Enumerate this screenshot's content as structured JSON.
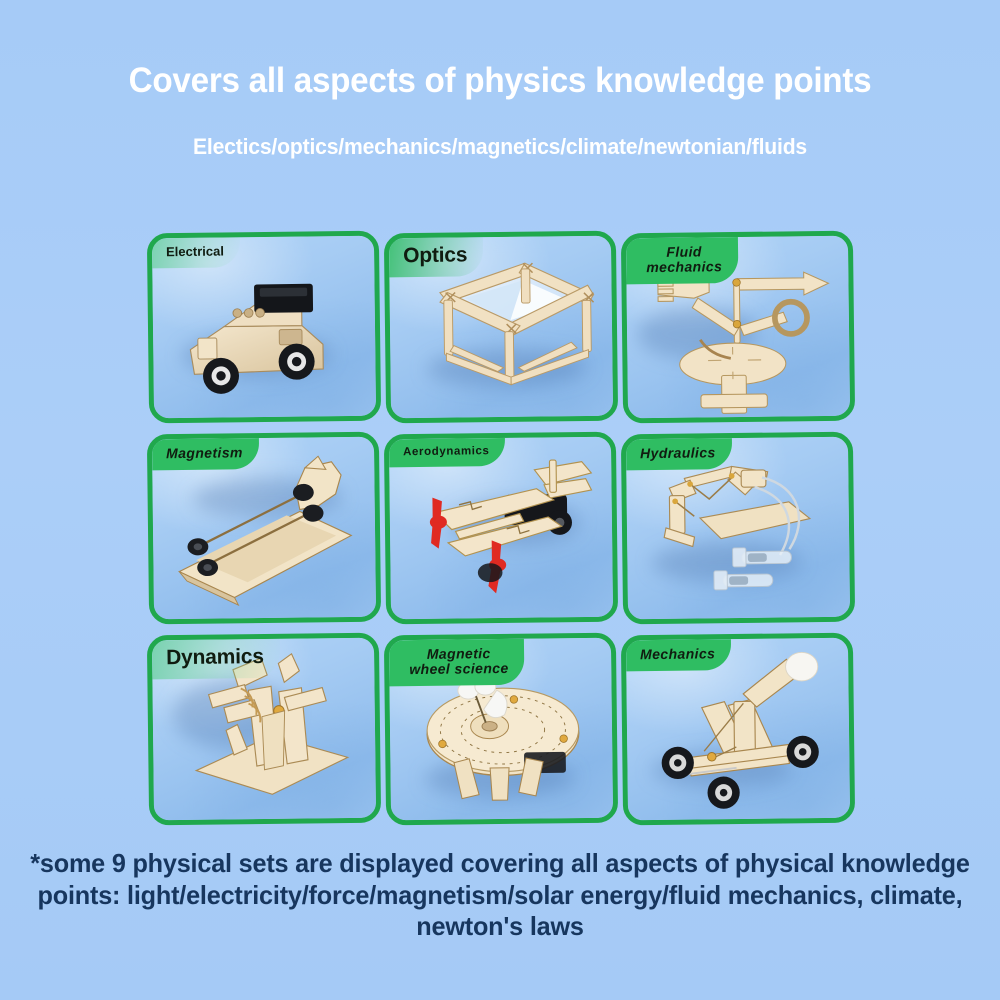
{
  "headline": "Covers all aspects of physics knowledge points",
  "subheadline": "Electics/optics/mechanics/magnetics/climate/newtonian/fluids",
  "footer_note": "*some 9 physical sets are displayed covering all aspects of physical knowledge points: light/electricity/force/magnetism/solar energy/fluid mechanics, climate, newton's laws",
  "colors": {
    "background": "#a9cdf8",
    "card_border": "#20a84d",
    "badge_green": "#2fbd62",
    "headline_text": "#ffffff",
    "footer_text": "#17365e",
    "badge_text": "#101c10"
  },
  "cards": [
    {
      "label": "Electrical",
      "badge_style": "pale",
      "text_style": "style-plain",
      "model": "car"
    },
    {
      "label": "Optics",
      "badge_style": "fade",
      "text_style": "style-big",
      "model": "prism"
    },
    {
      "label": "Fluid\nmechanics",
      "badge_style": "solid",
      "text_style": "style-script",
      "model": "weathervane"
    },
    {
      "label": "Magnetism",
      "badge_style": "solid",
      "text_style": "style-script",
      "model": "maglev"
    },
    {
      "label": "Aerodynamics",
      "badge_style": "solid",
      "text_style": "style-small",
      "model": "plane"
    },
    {
      "label": "Hydraulics",
      "badge_style": "solid",
      "text_style": "style-script",
      "model": "excavator"
    },
    {
      "label": "Dynamics",
      "badge_style": "pale",
      "text_style": "style-big",
      "model": "windmill"
    },
    {
      "label": "Magnetic\nwheel science",
      "badge_style": "solid",
      "text_style": "style-script",
      "model": "magwheel"
    },
    {
      "label": "Mechanics",
      "badge_style": "solid",
      "text_style": "style-script",
      "model": "catapult"
    }
  ]
}
